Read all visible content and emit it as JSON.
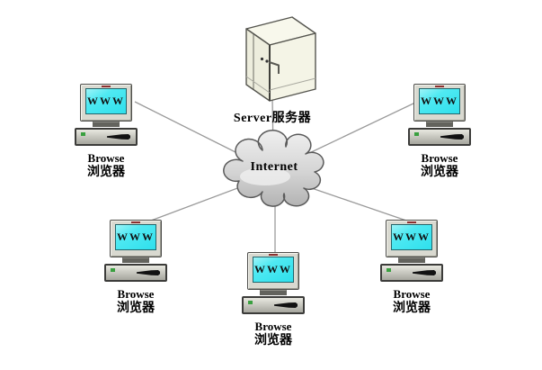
{
  "colors": {
    "background": "#ffffff",
    "screen_cyan": "#3ee7f0",
    "connection_line": "#9a9a9a",
    "cloud_fill_top": "#efefef",
    "cloud_fill_bottom": "#b5b5b5",
    "cloud_outline": "#5a5a5a",
    "server_body": "#f4f4e6",
    "power_led_green": "#3aa040"
  },
  "server": {
    "label": "Server服务器"
  },
  "internet": {
    "label": "Internet"
  },
  "clients": [
    {
      "position": "top-left",
      "screen_text": "WWW",
      "label_en": "Browse",
      "label_zh": "浏览器"
    },
    {
      "position": "top-right",
      "screen_text": "WWW",
      "label_en": "Browse",
      "label_zh": "浏览器"
    },
    {
      "position": "bottom-left",
      "screen_text": "WWW",
      "label_en": "Browse",
      "label_zh": "浏览器"
    },
    {
      "position": "bottom-center",
      "screen_text": "WWW",
      "label_en": "Browse",
      "label_zh": "浏览器"
    },
    {
      "position": "bottom-right",
      "screen_text": "WWW",
      "label_en": "Browse",
      "label_zh": "浏览器"
    }
  ]
}
